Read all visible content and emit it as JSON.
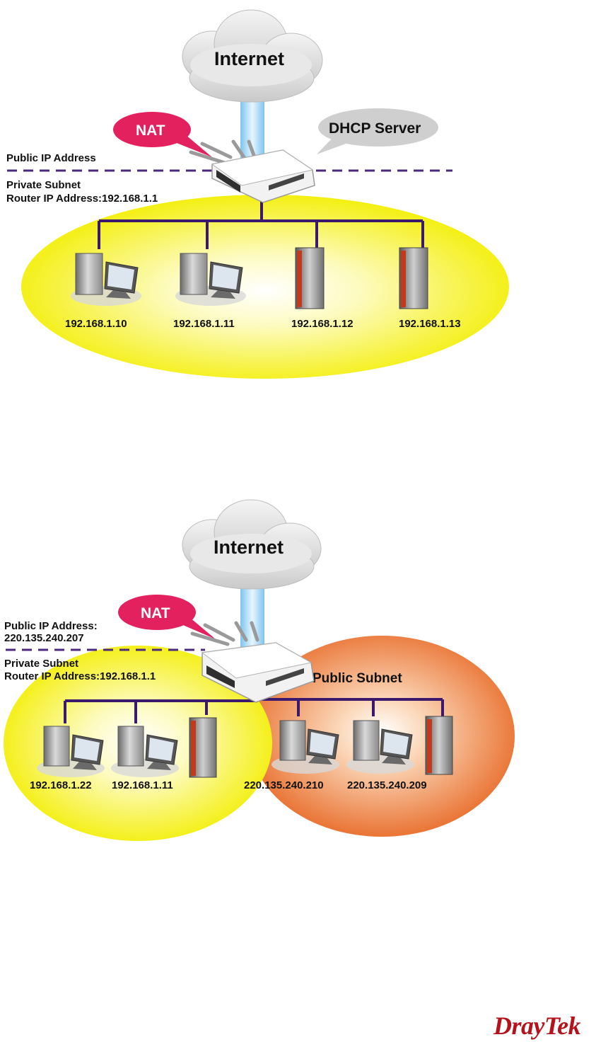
{
  "diagram1": {
    "cloud_label": "Internet",
    "nat_label": "NAT",
    "dhcp_label": "DHCP Server",
    "public_ip_label": "Public IP Address",
    "private_subnet_label": "Private Subnet",
    "router_ip_label": "Router IP Address:192.168.1.1",
    "hosts": [
      {
        "ip": "192.168.1.10",
        "kind": "workstation"
      },
      {
        "ip": "192.168.1.11",
        "kind": "workstation"
      },
      {
        "ip": "192.168.1.12",
        "kind": "server"
      },
      {
        "ip": "192.168.1.13",
        "kind": "server"
      }
    ]
  },
  "diagram2": {
    "cloud_label": "Internet",
    "nat_label": "NAT",
    "public_ip_label": "Public IP Address:",
    "public_ip_value": "220.135.240.207",
    "private_subnet_label": "Private Subnet",
    "router_ip_label": "Router IP Address:192.168.1.1",
    "public_subnet_label": "Public Subnet",
    "private_hosts": [
      {
        "ip": "192.168.1.22",
        "kind": "workstation"
      },
      {
        "ip": "192.168.1.11",
        "kind": "workstation"
      },
      {
        "ip": "",
        "kind": "server"
      }
    ],
    "public_hosts": [
      {
        "ip": "220.135.240.210",
        "kind": "workstation"
      },
      {
        "ip": "220.135.240.209",
        "kind": "workstation"
      },
      {
        "ip": "",
        "kind": "server"
      }
    ]
  },
  "colors": {
    "yellow": "#f5f000",
    "orange": "#e9722e",
    "link": "#3b1a6e",
    "nat": "#e3215f",
    "bubble": "#cfcfcf",
    "beam": "#8fd0f2",
    "brand": "#b5121b"
  },
  "brand": {
    "logo_text": "DrayTek"
  }
}
